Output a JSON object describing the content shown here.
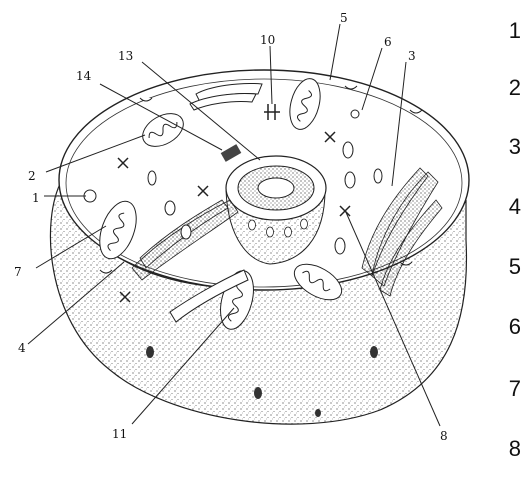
{
  "diagram": {
    "callouts": [
      "1",
      "2",
      "3",
      "4",
      "5",
      "6",
      "7",
      "8",
      "10",
      "11",
      "13",
      "14"
    ]
  },
  "answer_list": [
    "1",
    "2",
    "3",
    "4",
    "5",
    "6",
    "7",
    "8"
  ]
}
